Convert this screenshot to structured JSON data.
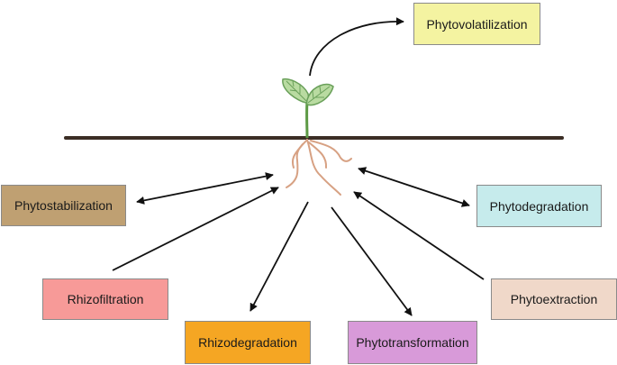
{
  "diagram": {
    "nodes": [
      {
        "id": "phytovolatilization",
        "label": "Phytovolatilization",
        "color": "#f4f3a1"
      },
      {
        "id": "phytostabilization",
        "label": "Phytostabilization",
        "color": "#bfa072"
      },
      {
        "id": "phytodegradation",
        "label": "Phytodegradation",
        "color": "#c6ebec"
      },
      {
        "id": "rhizofiltration",
        "label": "Rhizofiltration",
        "color": "#f79a98"
      },
      {
        "id": "phytoextraction",
        "label": "Phytoextraction",
        "color": "#f0d8c9"
      },
      {
        "id": "rhizodegradation",
        "label": "Rhizodegradation",
        "color": "#f5a623"
      },
      {
        "id": "phytotransformation",
        "label": "Phytotransformation",
        "color": "#d89ad9"
      }
    ],
    "colors": {
      "ground_line": "#3b2e25",
      "root": "#d7a183",
      "leaf_fill": "#b9dba1",
      "leaf_stroke": "#6aa05a",
      "stem": "#5d9a45",
      "arrow": "#111111"
    }
  }
}
